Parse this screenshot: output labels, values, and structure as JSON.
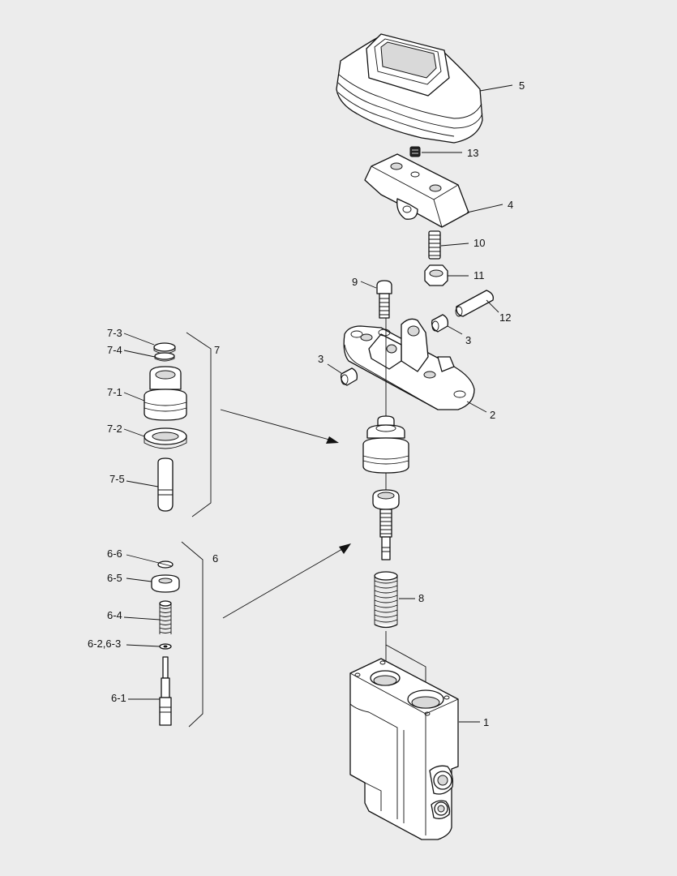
{
  "diagram": {
    "callouts": {
      "p1": "1",
      "p2": "2",
      "p3a": "3",
      "p3b": "3",
      "p4": "4",
      "p5": "5",
      "p6": "6",
      "p7": "7",
      "p8": "8",
      "p9": "9",
      "p10": "10",
      "p11": "11",
      "p12": "12",
      "p13": "13",
      "p6_1": "6-1",
      "p6_2_6_3": "6-2,6-3",
      "p6_4": "6-4",
      "p6_5": "6-5",
      "p6_6": "6-6",
      "p7_1": "7-1",
      "p7_2": "7-2",
      "p7_3": "7-3",
      "p7_4": "7-4",
      "p7_5": "7-5"
    },
    "colors": {
      "background": "#ececec",
      "line": "#111111",
      "fill": "#ffffff"
    }
  }
}
